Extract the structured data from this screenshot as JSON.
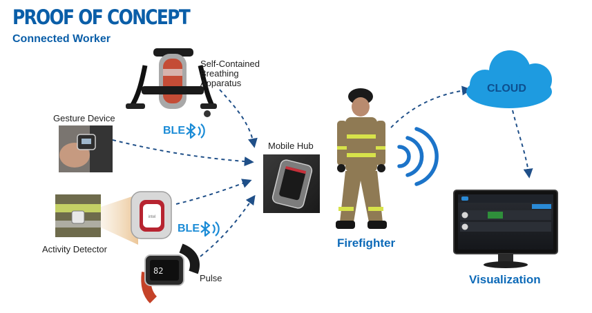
{
  "header": {
    "title": "PROOF OF CONCEPT",
    "subtitle": "Connected Worker"
  },
  "devices": {
    "scba_lines": [
      "Self-Contained",
      "Breathing",
      "Apparatus"
    ],
    "gesture": "Gesture Device",
    "activity": "Activity Detector",
    "pulse": "Pulse",
    "mobile_hub": "Mobile Hub",
    "firefighter": "Firefighter",
    "cloud": "CLOUD",
    "visualization": "Visualization"
  },
  "ble": {
    "top": "BLE",
    "bottom": "BLE"
  },
  "watch": {
    "time": "82"
  },
  "colors": {
    "brand_blue": "#0a5ea8",
    "cloud_blue": "#1e9be0",
    "cloud_text": "#0d4f8f",
    "dashed_line": "#1f4f88",
    "signal_blue": "#1c74c9"
  }
}
